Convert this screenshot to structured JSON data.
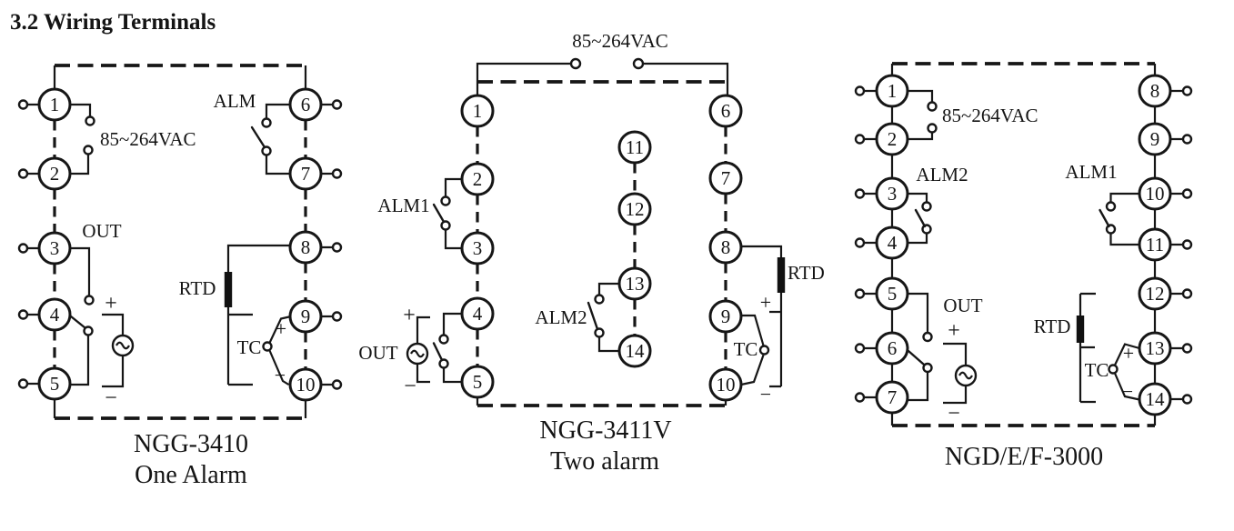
{
  "title": "3.2 Wiring Terminals",
  "signs": {
    "plus": "+",
    "minus": "−"
  },
  "diagrams": [
    {
      "model": "NGG-3410",
      "subtitle": "One Alarm",
      "labels": {
        "power": "85~264VAC",
        "alarm": "ALM",
        "out": "OUT",
        "rtd": "RTD",
        "tc": "TC"
      },
      "terminals": [
        "1",
        "2",
        "3",
        "4",
        "5",
        "6",
        "7",
        "8",
        "9",
        "10"
      ]
    },
    {
      "model": "NGG-3411V",
      "subtitle": "Two alarm",
      "labels": {
        "power": "85~264VAC",
        "alarm1": "ALM1",
        "alarm2": "ALM2",
        "out": "OUT",
        "rtd": "RTD",
        "tc": "TC"
      },
      "terminals": [
        "1",
        "2",
        "3",
        "4",
        "5",
        "6",
        "7",
        "8",
        "9",
        "10",
        "11",
        "12",
        "13",
        "14"
      ]
    },
    {
      "model": "NGD/E/F-3000",
      "labels": {
        "power": "85~264VAC",
        "alarm1": "ALM1",
        "alarm2": "ALM2",
        "out": "OUT",
        "rtd": "RTD",
        "tc": "TC"
      },
      "terminals": [
        "1",
        "2",
        "3",
        "4",
        "5",
        "6",
        "7",
        "8",
        "9",
        "10",
        "11",
        "12",
        "13",
        "14"
      ]
    }
  ]
}
